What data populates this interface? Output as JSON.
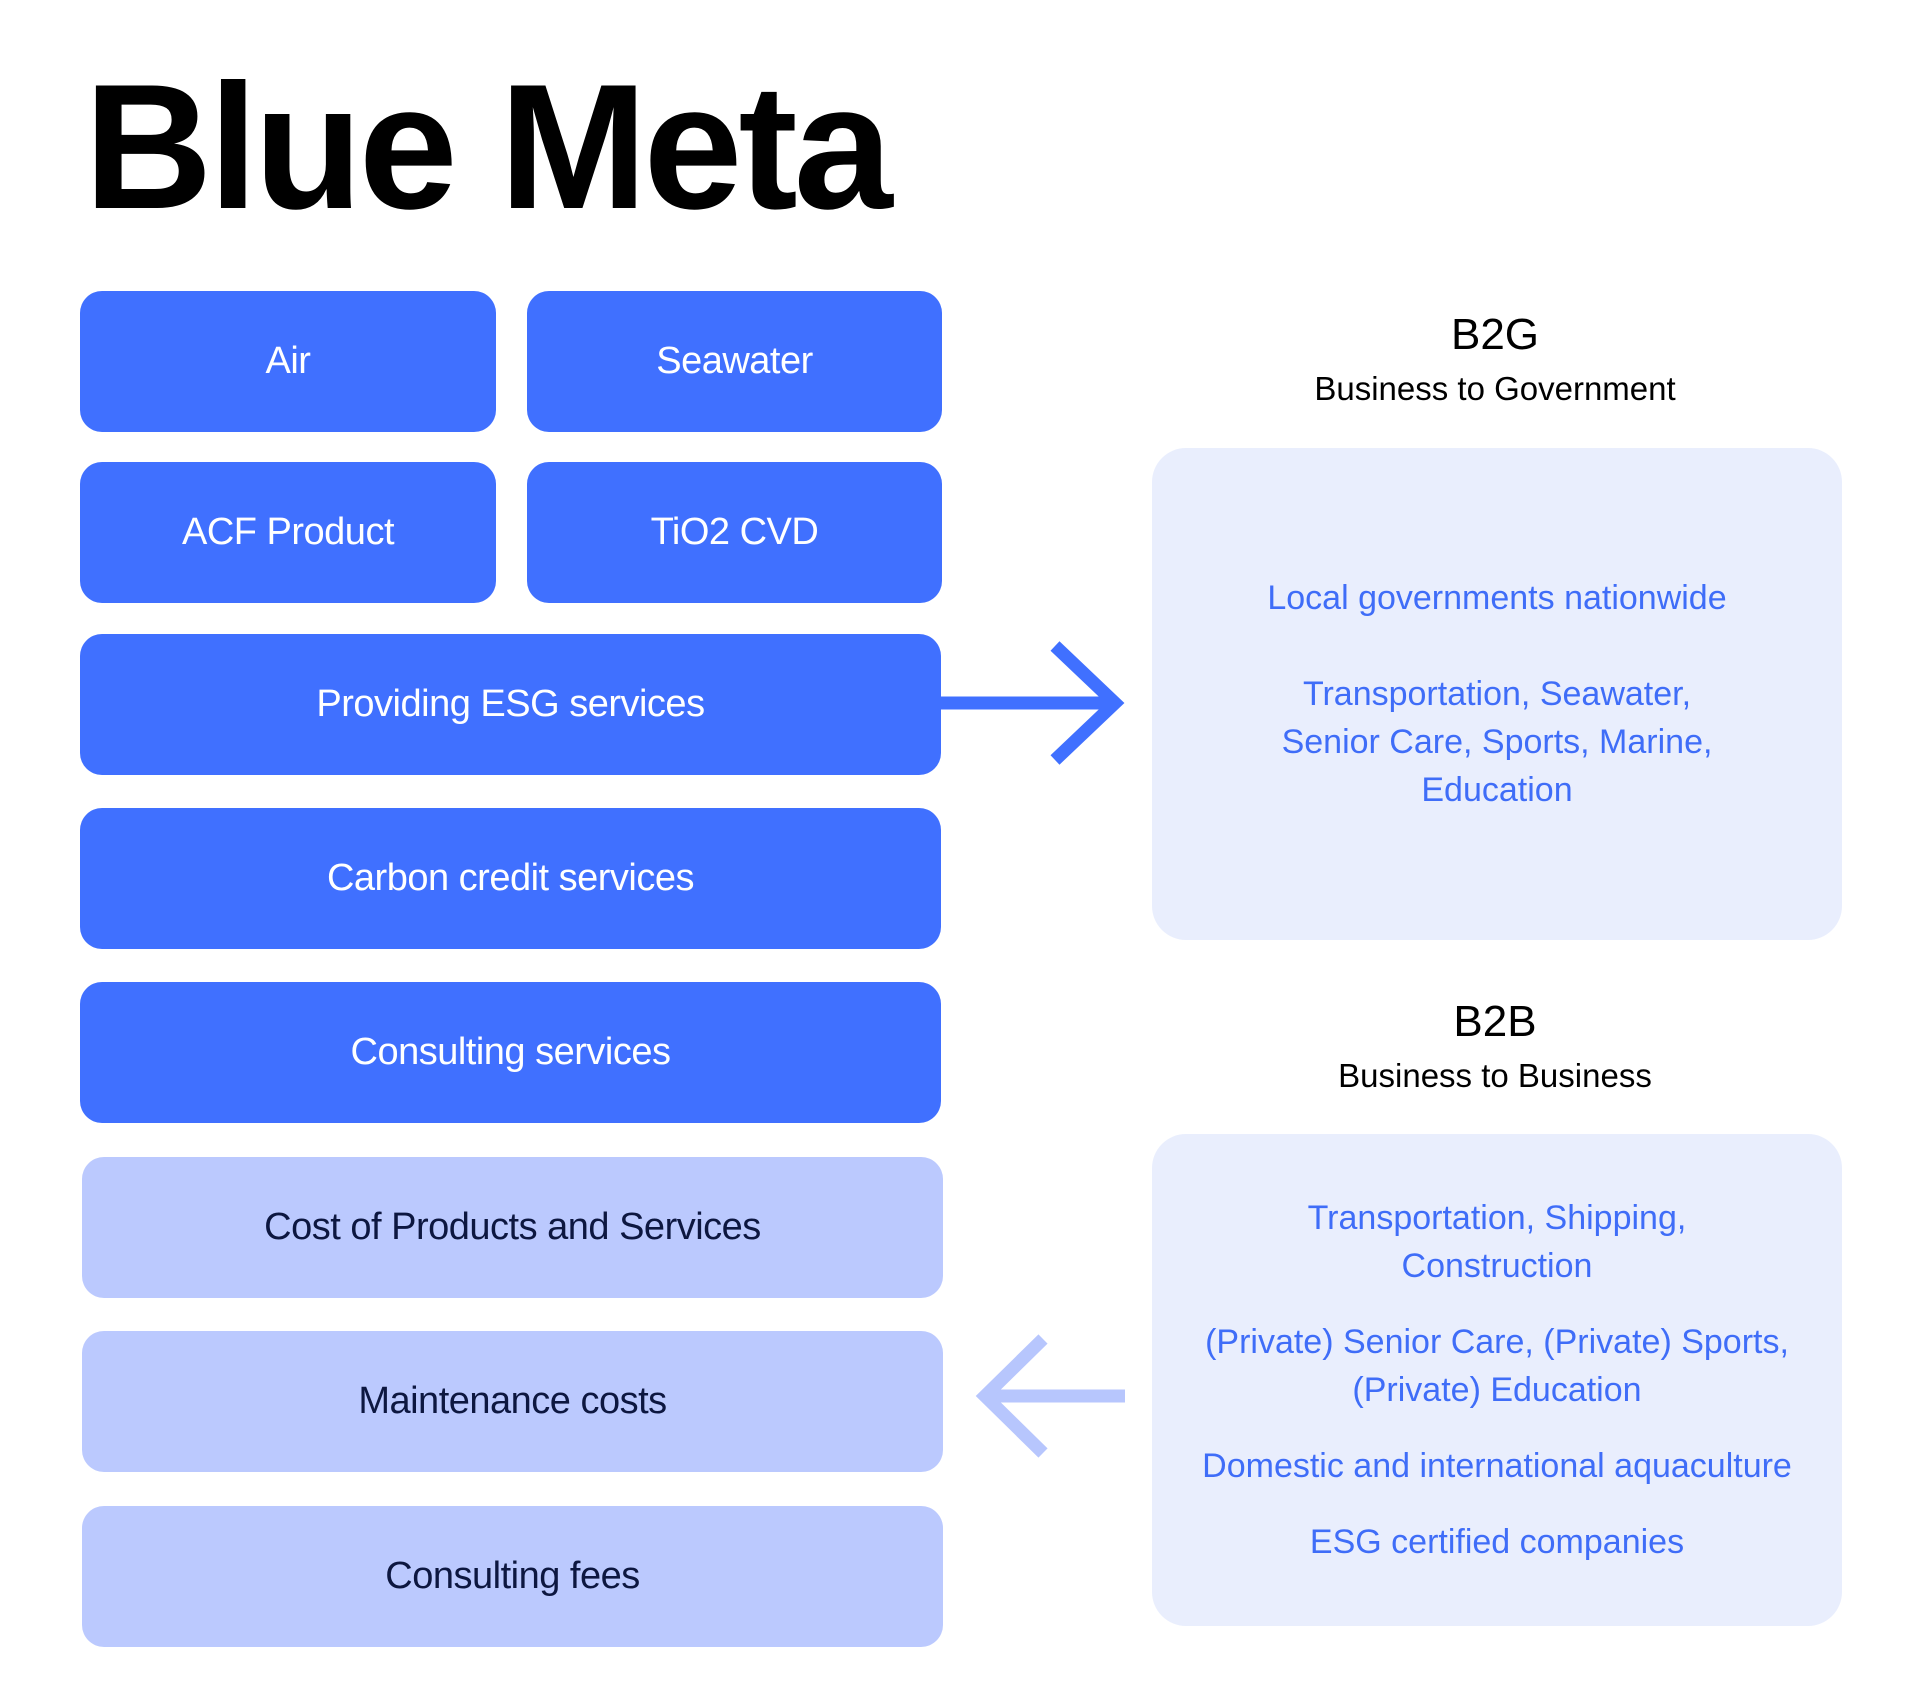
{
  "title": "Blue Meta",
  "offerings": {
    "air": "Air",
    "seawater": "Seawater",
    "acf_product": "ACF Product",
    "tio2_cvd": "TiO2 CVD",
    "esg_services": "Providing ESG services",
    "carbon_credit": "Carbon credit services",
    "consulting_services": "Consulting services"
  },
  "costs": {
    "products_services": "Cost of Products and Services",
    "maintenance": "Maintenance costs",
    "consulting_fees": "Consulting fees"
  },
  "b2g": {
    "code": "B2G",
    "name": "Business to Government",
    "groups": [
      [
        "Local governments nationwide"
      ],
      [
        "Transportation, Seawater,",
        "Senior Care, Sports, Marine,",
        "Education"
      ]
    ]
  },
  "b2b": {
    "code": "B2B",
    "name": "Business to Business",
    "groups": [
      [
        "Transportation, Shipping,",
        "Construction"
      ],
      [
        "(Private) Senior Care, (Private) Sports,",
        "(Private) Education"
      ],
      [
        "Domestic and international aquaculture"
      ],
      [
        "ESG certified companies"
      ]
    ]
  },
  "colors": {
    "primary": "#4070FF",
    "secondary": "#BBC9FE",
    "panel": "#E9EEFD",
    "panel_text": "#3F6DF8",
    "arrow_in": "#B7C6FD"
  }
}
